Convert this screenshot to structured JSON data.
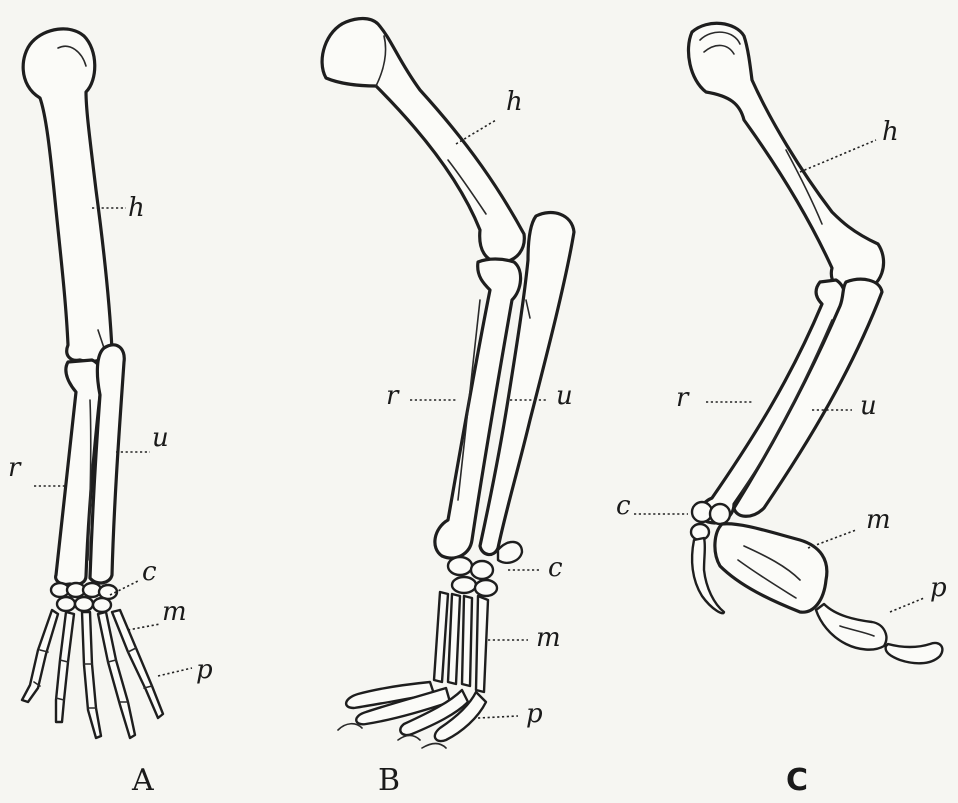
{
  "figures": [
    {
      "caption": "A",
      "labels": {
        "h": "h",
        "r": "r",
        "u": "u",
        "c": "c",
        "m": "m",
        "p": "p"
      }
    },
    {
      "caption": "B",
      "labels": {
        "h": "h",
        "r": "r",
        "u": "u",
        "c": "c",
        "m": "m",
        "p": "p"
      }
    },
    {
      "caption": "C",
      "labels": {
        "h": "h",
        "r": "r",
        "u": "u",
        "c": "c",
        "m": "m",
        "p": "p"
      }
    }
  ]
}
